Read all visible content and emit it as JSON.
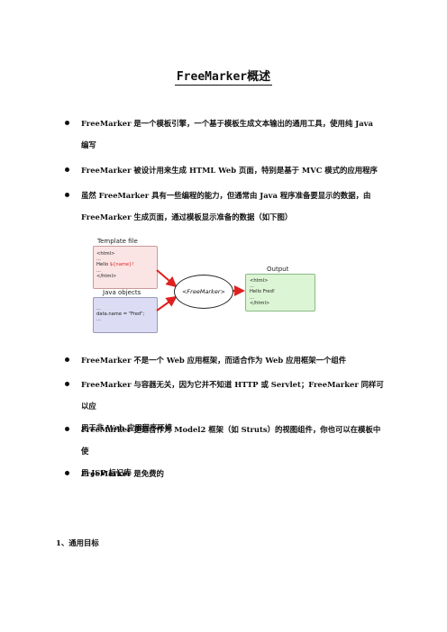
{
  "title": "FreeMarker概述",
  "bullets_top": [
    {
      "line1": "FreeMarker 是一个模板引擎，一个基于模板生成文本输出的通用工具，使用纯 Java",
      "line2": "编写"
    },
    {
      "line1": "FreeMarker 被设计用来生成 HTML Web 页面，特别是基于 MVC 模式的应用程序",
      "line2": ""
    },
    {
      "line1": "虽然 FreeMarker 具有一些编程的能力，但通常由 Java 程序准备要显示的数据，由",
      "line2": "FreeMarker 生成页面，通过模板显示准备的数据（如下图）"
    }
  ],
  "diagram": {
    "template_label": "Template file",
    "template_code": [
      "<html>",
      "...",
      "Hello ",
      "...",
      "</html>"
    ],
    "template_placeholder": "${name}!",
    "java_label": "Java objects",
    "java_code": [
      "...",
      "data.name = \"Fred\";",
      "..."
    ],
    "engine_label": "<FreeMarker>",
    "output_label": "Output",
    "output_code": [
      "<html>",
      "...",
      "Hello Fred!",
      "...",
      "</html>"
    ],
    "arrow_color": "#e02020"
  },
  "bullets_bottom": [
    {
      "line1": "FreeMarker 不是一个 Web 应用框架，而适合作为 Web 应用框架一个组件",
      "line2": ""
    },
    {
      "line1": "FreeMarker 与容器无关，因为它并不知道 HTTP 或 Servlet；FreeMarker 同样可以应",
      "line2": "用于非 Web 应用程序环境"
    },
    {
      "line1": "FreeMarker 更适合作为 Model2 框架（如 Struts）的视图组件，你也可以在模板中使",
      "line2": "用 JSP 标记库"
    },
    {
      "line1": "FreeMarker 是免费的",
      "line2": ""
    }
  ],
  "section_heading": "1、通用目标"
}
